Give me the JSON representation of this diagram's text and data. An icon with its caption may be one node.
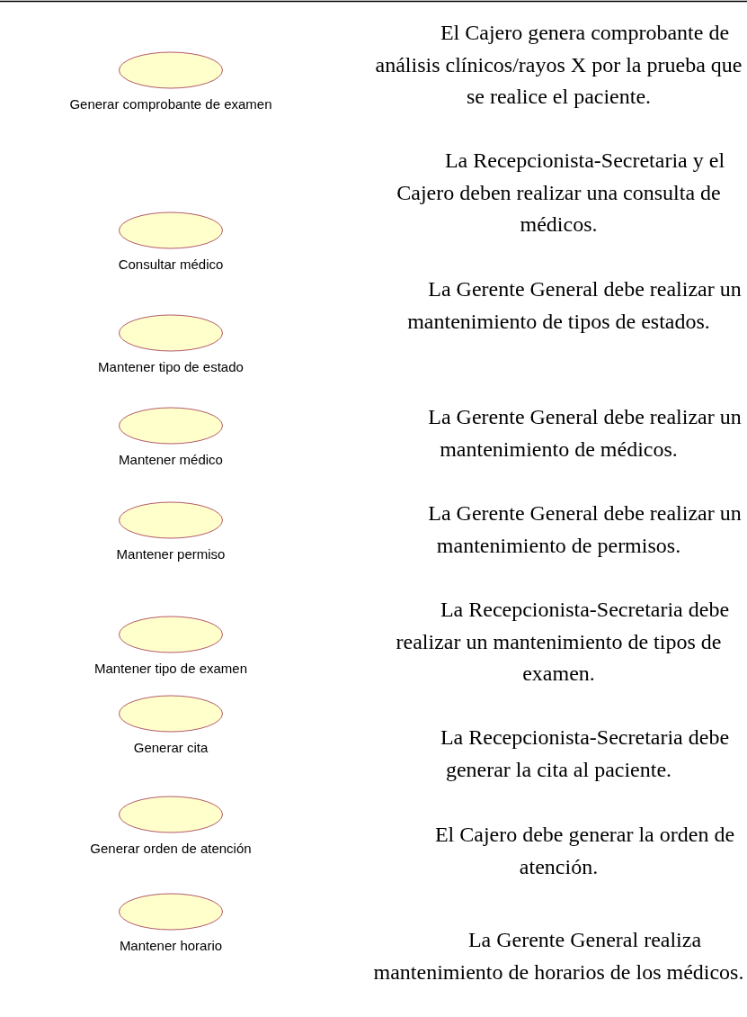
{
  "diagram": {
    "nodes": [
      {
        "text": [
          "Generar comprobante de examen"
        ]
      },
      {
        "text": [
          "Consultar médico"
        ]
      },
      {
        "text": [
          "Mantener tipo de estado"
        ]
      },
      {
        "text": [
          "Mantener médico"
        ]
      },
      {
        "text": [
          "Mantener permiso"
        ]
      },
      {
        "text": [
          "Mantener tipo de examen"
        ]
      },
      {
        "text": [
          "Generar cita"
        ]
      },
      {
        "text": [
          "Generar orden de atención"
        ]
      },
      {
        "text": [
          "Mantener horario"
        ]
      }
    ],
    "labels": [
      "El Cajero genera comprobante de análisis clínicos/rayos X por la prueba que se realice el paciente.",
      "La Recepcionista-Secretaria y el Cajero deben realizar una consulta de médicos.",
      "La Gerente General debe realizar un mantenimiento de tipos de estados.",
      "La Gerente General debe realizar un mantenimiento de médicos.",
      "La Gerente General debe realizar un mantenimiento de permisos.",
      "La Recepcionista-Secretaria debe realizar un mantenimiento de tipos de examen.",
      "La Recepcionista-Secretaria debe generar la cita al paciente.",
      "El Cajero debe generar la orden de atención.",
      "La Gerente General realiza mantenimiento de horarios de los médicos."
    ]
  }
}
